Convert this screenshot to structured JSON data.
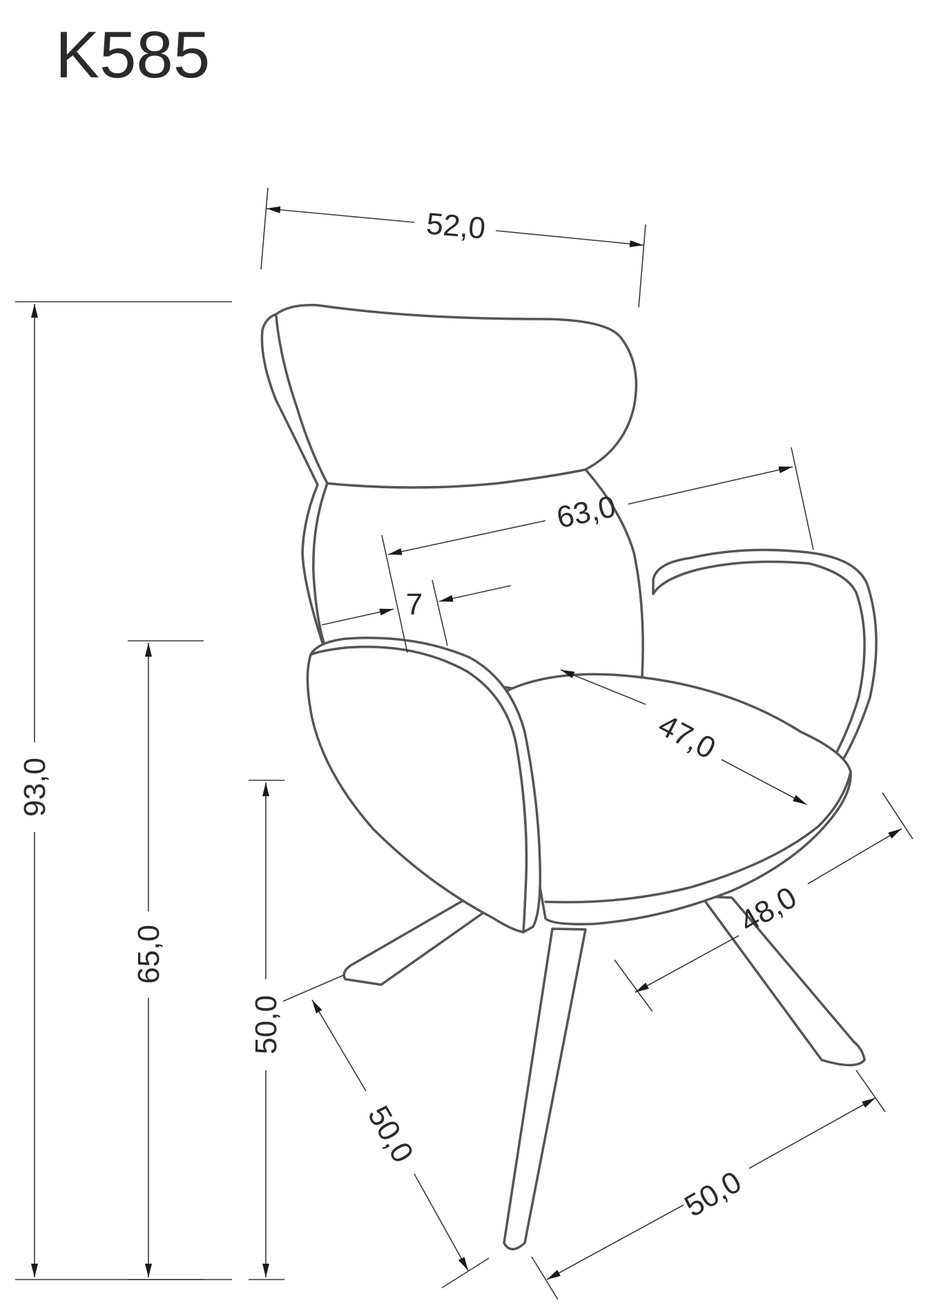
{
  "title": "K585",
  "dimensions": {
    "width": "52,0",
    "total_height": "93,0",
    "armrest_height": "65,0",
    "seat_height": "50,0",
    "overall_depth": "63,0",
    "armrest_width": "7",
    "seat_depth": "47,0",
    "seat_width": "48,0",
    "base_depth": "50,0",
    "base_width": "50,0"
  },
  "colors": {
    "line": "#555555",
    "text": "#2a2a2a",
    "background": "#ffffff"
  }
}
